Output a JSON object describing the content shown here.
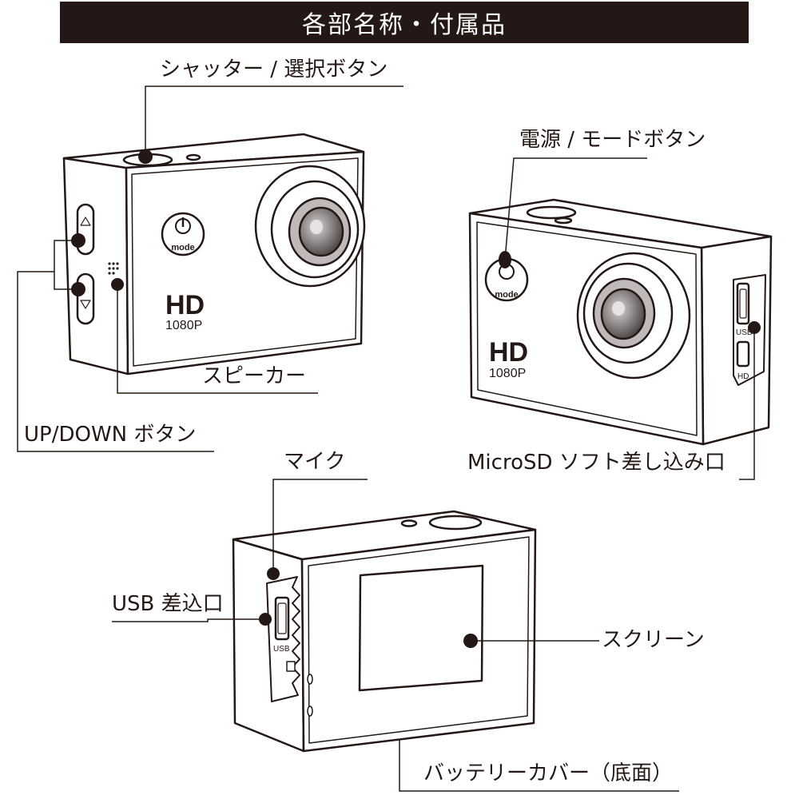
{
  "title": "各部名称・付属品",
  "labels": {
    "shutter": "シャッター / 選択ボタン",
    "power": "電源 / モードボタン",
    "speaker": "スピーカー",
    "updown": "UP/DOWN ボタン",
    "microsd": "MicroSD ソフト差し込み口",
    "mic": "マイク",
    "usb_port": "USB 差込口",
    "screen": "スクリーン",
    "battery": "バッテリーカバー（底面）"
  },
  "camera_text": {
    "mode": "mode",
    "hd": "HD",
    "resolution": "1080P",
    "usb": "USB",
    "sd": "HD"
  },
  "colors": {
    "ink": "#231815",
    "background": "#ffffff",
    "lens_gray": "#8a8584"
  }
}
